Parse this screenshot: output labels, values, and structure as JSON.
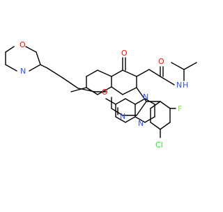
{
  "molecule": {
    "atoms": {
      "morpholine_oxygen": "O",
      "morpholine_nitrogen": "N",
      "ether_oxygen": "O",
      "pyridine_nitrogen": "N",
      "pyrimidine_nitrogen": "N",
      "amide_ring_nitrogen": "N",
      "carbonyl_oxygen_ring": "O",
      "amide_oxygen": "O",
      "amide_nitrogen": "N",
      "amide_hydrogen": "H",
      "chlorine": "Cl",
      "fluorine": "F"
    },
    "colors": {
      "bond": "#000000",
      "oxygen": "#ff0d0d",
      "nitrogen": "#3050f8",
      "chlorine": "#1ff01f",
      "fluorine": "#90e050",
      "background": "#ffffff"
    }
  }
}
